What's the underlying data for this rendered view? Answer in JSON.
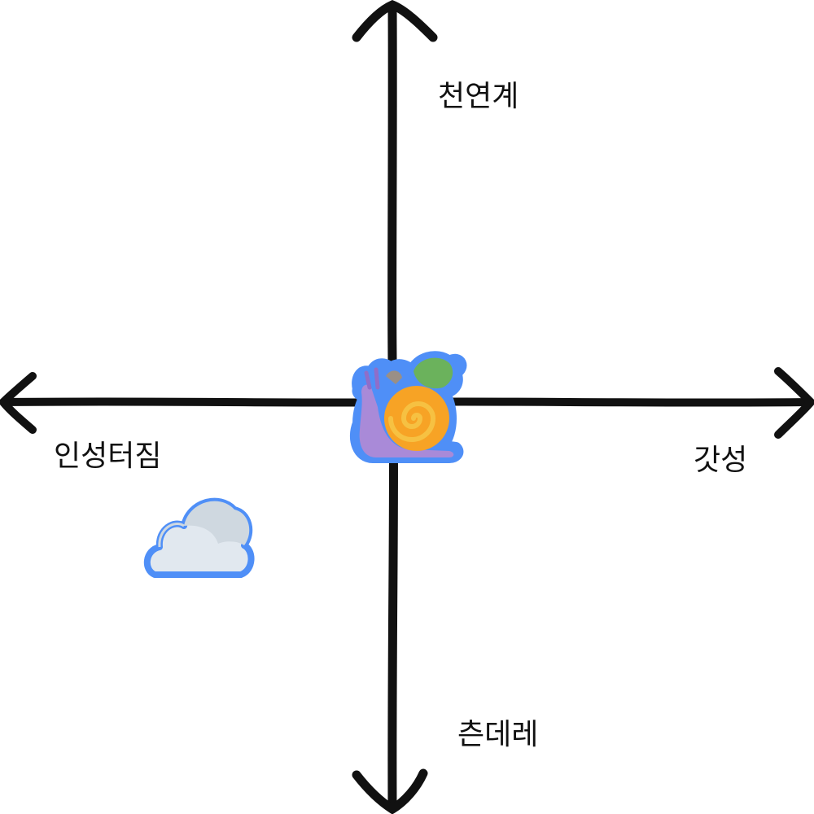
{
  "axes": {
    "top_label": "천연계",
    "bottom_label": "츤데레",
    "left_label": "인성터짐",
    "right_label": "갓성"
  },
  "markers": [
    {
      "name": "snail",
      "icon": "snail-icon"
    },
    {
      "name": "cloud",
      "icon": "cloud-icon"
    }
  ],
  "colors": {
    "axis": "#111111",
    "sticker_outline": "#4f8ff7",
    "snail_body": "#a98ad8",
    "snail_shell": "#f7a325",
    "snail_shell_spiral": "#f6c142",
    "cloud": "#e1e8ef"
  }
}
